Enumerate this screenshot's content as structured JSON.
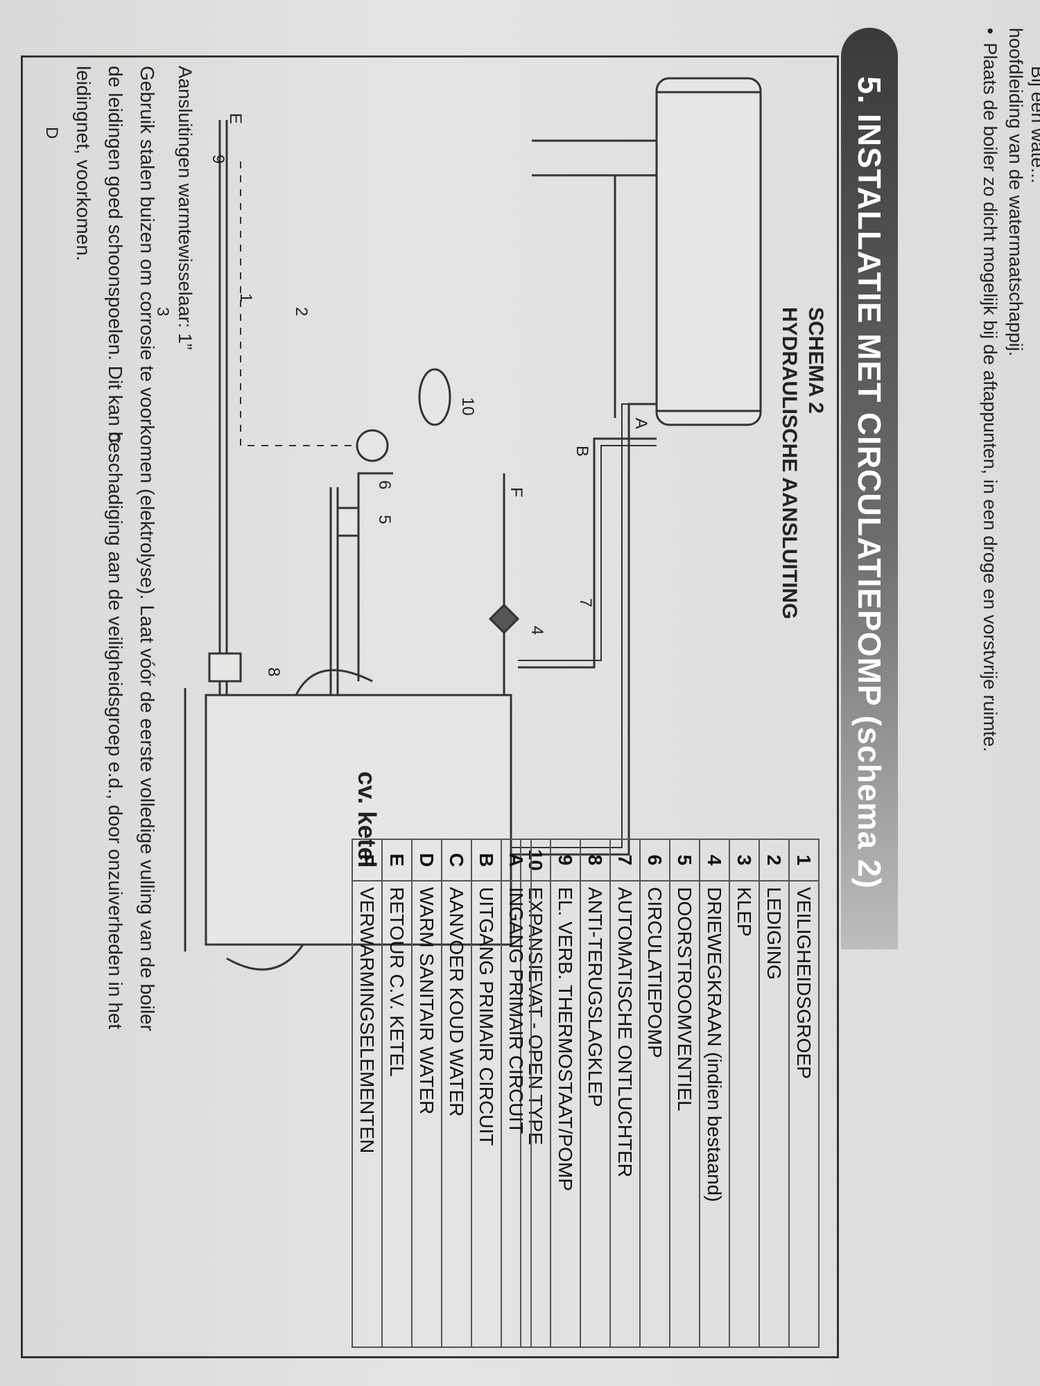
{
  "intro": {
    "line_top": "Bij een wate...",
    "line_1": "hoofdleiding van de watermaatschappij.",
    "line_2": "Plaats de boiler zo dicht mogelijk bij de aftappunten, in een droge en vorstvrije ruimte."
  },
  "section_title": "5. INSTALLATIE MET CIRCULATIEPOMP (schema 2)",
  "schema": {
    "title": "SCHEMA 2",
    "subtitle": "HYDRAULISCHE AANSLUITING",
    "ketel_label": "cv. ketel",
    "numbers": [
      "1",
      "2",
      "3",
      "4",
      "5",
      "6",
      "7",
      "8",
      "9",
      "10"
    ],
    "letters": [
      "A",
      "B",
      "C",
      "D",
      "E",
      "F"
    ]
  },
  "legend_numbers": [
    {
      "code": "1",
      "label": "VEILIGHEIDSGROEP"
    },
    {
      "code": "2",
      "label": "LEDIGING"
    },
    {
      "code": "3",
      "label": "KLEP"
    },
    {
      "code": "4",
      "label": "DRIEWEGKRAAN (indien bestaand)"
    },
    {
      "code": "5",
      "label": "DOORSTROOMVENTIEL"
    },
    {
      "code": "6",
      "label": "CIRCULATIEPOMP"
    },
    {
      "code": "7",
      "label": "AUTOMATISCHE ONTLUCHTER"
    },
    {
      "code": "8",
      "label": "ANTI-TERUGSLAGKLEP"
    },
    {
      "code": "9",
      "label": "EL. VERB. THERMOSTAAT/POMP"
    },
    {
      "code": "10",
      "label": "EXPANSIEVAT - OPEN TYPE"
    }
  ],
  "legend_letters": [
    {
      "code": "A",
      "label": "INGANG PRIMAIR CIRCUIT"
    },
    {
      "code": "B",
      "label": "UITGANG PRIMAIR CIRCUIT"
    },
    {
      "code": "C",
      "label": "AANVOER KOUD WATER"
    },
    {
      "code": "D",
      "label": "WARM SANITAIR WATER"
    },
    {
      "code": "E",
      "label": "RETOUR C.V. KETEL"
    },
    {
      "code": "F",
      "label": "VERWARMINGSELEMENTEN"
    }
  ],
  "notes": {
    "heading": "Aansluitingen warmtewisselaar: 1”",
    "line_1": "Gebruik stalen buizen om corrosie te voorkomen (elektrolyse). Laat vóór de eerste volledige vulling van de boiler",
    "line_2": "de leidingen goed schoonspoelen. Dit kan beschadiging aan de veiligheidsgroep e.d., door onzuiverheden in het",
    "line_3": "leidingnet, voorkomen."
  }
}
